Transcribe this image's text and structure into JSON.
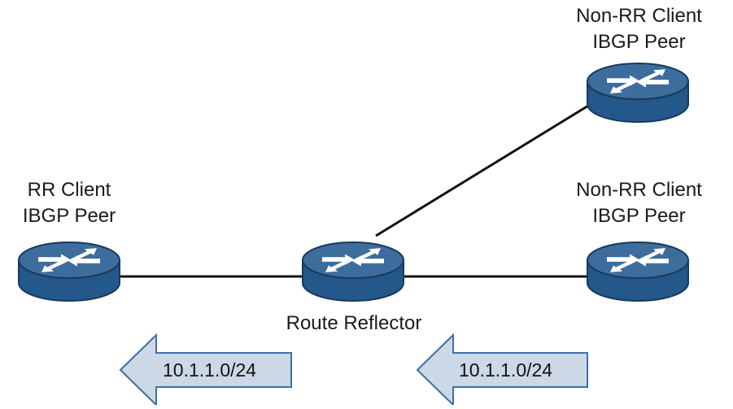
{
  "colors": {
    "router_top": "#3d6d9c",
    "router_body": "#24578a",
    "router_outline": "#173a5e",
    "link": "#111111",
    "arrow_fill": "#cdd8e6",
    "arrow_stroke": "#3e6fa6",
    "router_arrow": "#ffffff"
  },
  "nodes": {
    "rr_client": {
      "line1": "RR Client",
      "line2": "IBGP Peer"
    },
    "route_reflector": {
      "label": "Route Reflector"
    },
    "non_rr_top": {
      "line1": "Non-RR Client",
      "line2": "IBGP Peer"
    },
    "non_rr_mid": {
      "line1": "Non-RR Client",
      "line2": "IBGP Peer"
    }
  },
  "links": [
    {
      "from": "rr_client",
      "to": "route_reflector"
    },
    {
      "from": "route_reflector",
      "to": "non_rr_top"
    },
    {
      "from": "route_reflector",
      "to": "non_rr_mid"
    }
  ],
  "advertisements": [
    {
      "prefix": "10.1.1.0/24",
      "direction": "left"
    },
    {
      "prefix": "10.1.1.0/24",
      "direction": "left"
    }
  ]
}
